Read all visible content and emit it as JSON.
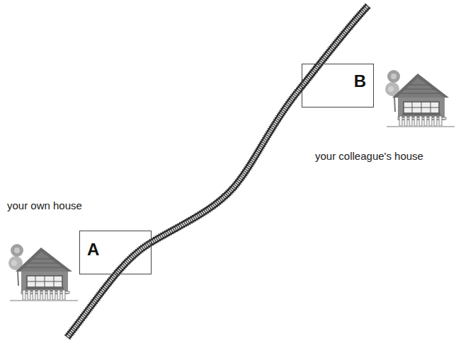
{
  "diagram": {
    "nodes": [
      {
        "text": [
          "B"
        ]
      },
      {
        "text": [
          "A"
        ]
      }
    ],
    "labels": [
      "your colleague's house",
      "your own house"
    ]
  }
}
